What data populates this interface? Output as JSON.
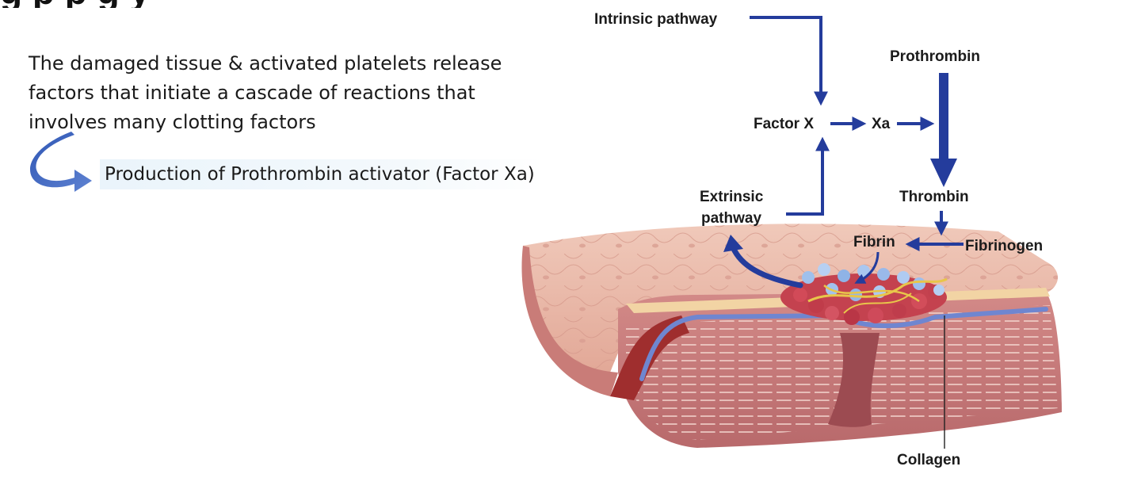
{
  "slide": {
    "heading_fragment": "g              p                                                          p g                                            y",
    "body_lines": [
      "The damaged tissue & activated platelets release",
      "factors that initiate a cascade of reactions that",
      "involves many clotting factors"
    ],
    "production_text": "Production of Prothrombin activator (Factor Xa)",
    "arrow_icon": "curved-arrow-icon",
    "accent_color": "#3d5fae"
  },
  "diagram": {
    "labels": {
      "intrinsic": "Intrinsic pathway",
      "prothrombin": "Prothrombin",
      "factor_x": "Factor X",
      "xa": "Xa",
      "extrinsic_line1": "Extrinsic",
      "extrinsic_line2": "pathway",
      "thrombin": "Thrombin",
      "fibrin": "Fibrin",
      "fibrinogen": "Fibrinogen",
      "collagen": "Collagen"
    },
    "arrow_color": "#243c9c",
    "tissue_color": "#e8b7a7",
    "muscle_color": "#c9787a"
  }
}
